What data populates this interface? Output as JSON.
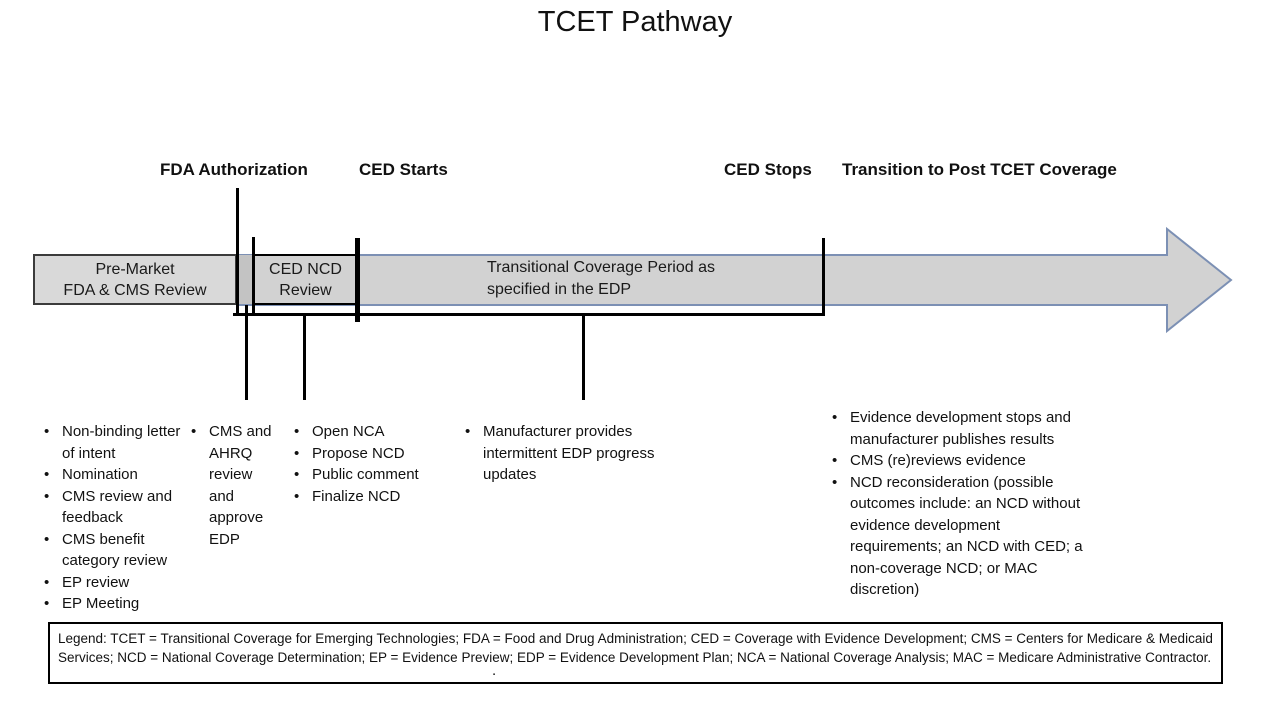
{
  "title": "TCET Pathway",
  "milestones": {
    "fda_authorization": "FDA Authorization",
    "ced_starts": "CED Starts",
    "ced_stops": "CED Stops",
    "transition": "Transition to Post TCET Coverage"
  },
  "timeline": {
    "premarket_box": {
      "line1": "Pre-Market",
      "line2": "FDA & CMS Review"
    },
    "ced_ncd_box": {
      "line1": "CED NCD",
      "line2": "Review"
    },
    "transitional_label": {
      "line1": "Transitional Coverage Period as",
      "line2": "specified in the EDP"
    }
  },
  "colors": {
    "arrow_fill": "#d2d2d2",
    "arrow_stroke": "#7c90b4",
    "box_fill": "#d9d9d9",
    "box_border": "#3b3b3b",
    "marker_line": "#000000"
  },
  "lists": {
    "premarket": {
      "items": [
        "Non-binding letter of intent",
        "Nomination",
        "CMS review and feedback",
        "CMS benefit category review",
        "EP review",
        "EP Meeting"
      ]
    },
    "edp_approval": {
      "items": [
        "CMS and AHRQ review and approve EDP"
      ]
    },
    "nca_process": {
      "items": [
        "Open NCA",
        "Propose NCD",
        "Public comment",
        "Finalize NCD"
      ]
    },
    "during_ced": {
      "items": [
        "Manufacturer provides intermittent EDP progress updates"
      ]
    },
    "post_ced": {
      "items": [
        "Evidence development stops and manufacturer publishes results",
        "CMS (re)reviews evidence",
        "NCD reconsideration (possible outcomes include: an NCD without evidence development requirements; an NCD with CED; a non-coverage NCD; or MAC discretion)"
      ]
    }
  },
  "legend": {
    "text": "Legend:  TCET = Transitional Coverage for Emerging Technologies; FDA = Food and Drug Administration; CED = Coverage with Evidence Development; CMS = Centers for Medicare & Medicaid Services; NCD = National Coverage Determination; EP = Evidence Preview; EDP = Evidence Development Plan; NCA = National Coverage Analysis; MAC = Medicare Administrative Contractor.",
    "stray_mark": "."
  }
}
